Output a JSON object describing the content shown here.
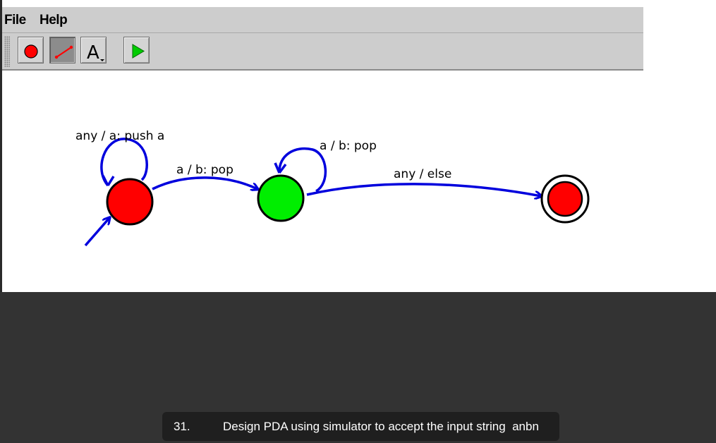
{
  "menu": {
    "file_label": "File",
    "help_label": "Help"
  },
  "toolbar": {
    "tools": [
      {
        "icon": "state-tool-icon",
        "pressed": false
      },
      {
        "icon": "transition-tool-icon",
        "pressed": true
      },
      {
        "icon": "text-tool-icon",
        "pressed": false,
        "glyph": "A"
      },
      {
        "icon": "run-icon",
        "pressed": false
      }
    ]
  },
  "diagram": {
    "states": [
      {
        "id": "q0",
        "color": "#ff0000",
        "initial": true,
        "final": false
      },
      {
        "id": "q1",
        "color": "#00ee00",
        "initial": false,
        "final": false
      },
      {
        "id": "q2",
        "color": "#ff0000",
        "initial": false,
        "final": true
      }
    ],
    "transitions": [
      {
        "from": "q0",
        "to": "q0",
        "label": "any / a: push a"
      },
      {
        "from": "q0",
        "to": "q1",
        "label": "a / b: pop"
      },
      {
        "from": "q1",
        "to": "q1",
        "label": "a / b: pop"
      },
      {
        "from": "q1",
        "to": "q2",
        "label": "any / else"
      }
    ],
    "arrow_color": "#0000dd"
  },
  "caption": {
    "number": "31.",
    "text": "Design PDA using simulator to accept the input string  anbn"
  }
}
